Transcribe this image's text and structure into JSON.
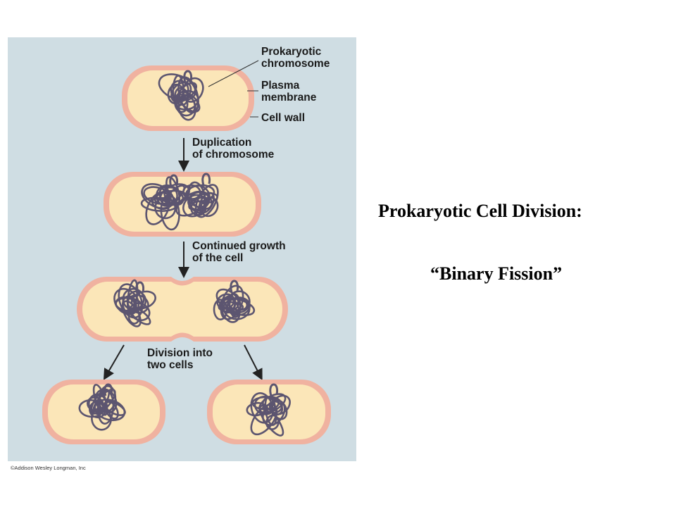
{
  "figure": {
    "labels": {
      "chromosome": "Prokaryotic\nchromosome",
      "plasma_membrane": "Plasma\nmembrane",
      "cell_wall": "Cell wall",
      "duplication": "Duplication\nof chromosome",
      "growth": "Continued growth\nof the cell",
      "division": "Division into\ntwo cells"
    },
    "copyright": "©Addison Wesley Longman, Inc",
    "colors": {
      "background": "#cfdde3",
      "cell_wall": "#f0b2a0",
      "cytoplasm": "#fbe6b8",
      "chromosome": "#5c5570"
    }
  },
  "title": {
    "heading": "Prokaryotic  Cell Division:",
    "subheading": "“Binary Fission”"
  }
}
